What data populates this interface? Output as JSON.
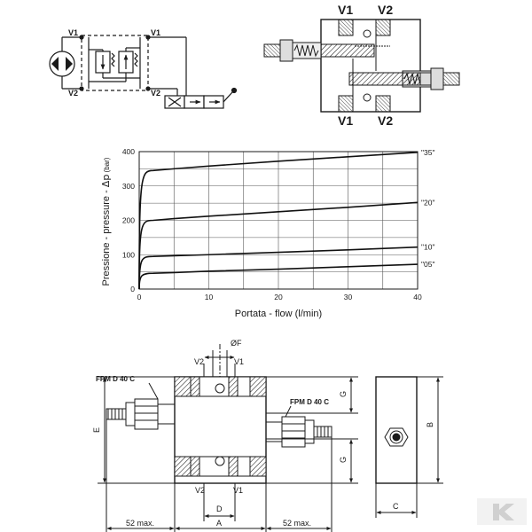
{
  "schematic": {
    "v1_left": "V1",
    "v1_right": "V1",
    "v2_left": "V2",
    "v2_right": "V2"
  },
  "section": {
    "v1_top": "V1",
    "v2_top": "V2",
    "v1_bottom": "V1",
    "v2_bottom": "V2"
  },
  "chart_data": {
    "type": "line",
    "xlabel": "Portata - flow (l/min)",
    "ylabel_main": "Pressione - pressure - ",
    "ylabel_symbol": "Δp",
    "ylabel_unit": " (bar)",
    "xlim": [
      0,
      40
    ],
    "ylim": [
      0,
      400
    ],
    "xticks": [
      0,
      10,
      20,
      30,
      40
    ],
    "yticks": [
      0,
      100,
      200,
      300,
      400
    ],
    "grid": true,
    "series": [
      {
        "name": "\"35\"",
        "x": [
          0,
          0.3,
          1,
          2,
          5,
          10,
          20,
          30,
          40
        ],
        "y": [
          0,
          300,
          335,
          345,
          350,
          358,
          372,
          385,
          398
        ]
      },
      {
        "name": "\"20\"",
        "x": [
          0,
          0.3,
          1,
          2,
          5,
          10,
          20,
          30,
          40
        ],
        "y": [
          0,
          160,
          195,
          200,
          205,
          212,
          225,
          238,
          252
        ]
      },
      {
        "name": "\"10\"",
        "x": [
          0,
          0.3,
          1,
          2,
          5,
          10,
          20,
          30,
          40
        ],
        "y": [
          0,
          70,
          90,
          95,
          97,
          100,
          107,
          114,
          122
        ]
      },
      {
        "name": "\"05\"",
        "x": [
          0,
          0.3,
          1,
          2,
          5,
          10,
          20,
          30,
          40
        ],
        "y": [
          0,
          25,
          40,
          46,
          48,
          52,
          58,
          65,
          72
        ]
      }
    ]
  },
  "drawing": {
    "phi_f": "ØF",
    "v2_top": "V2",
    "v1_top": "V1",
    "v2_bottom": "V2",
    "v1_bottom": "V1",
    "valve_left": "FPM D 40 C",
    "valve_right": "FPM D 40 C",
    "dim_g_top": "G",
    "dim_g_bottom": "G",
    "dim_e": "E",
    "dim_b": "B",
    "dim_c": "C",
    "dim_d": "D",
    "dim_a": "A",
    "dim_left": "52 max.",
    "dim_right": "52 max."
  }
}
